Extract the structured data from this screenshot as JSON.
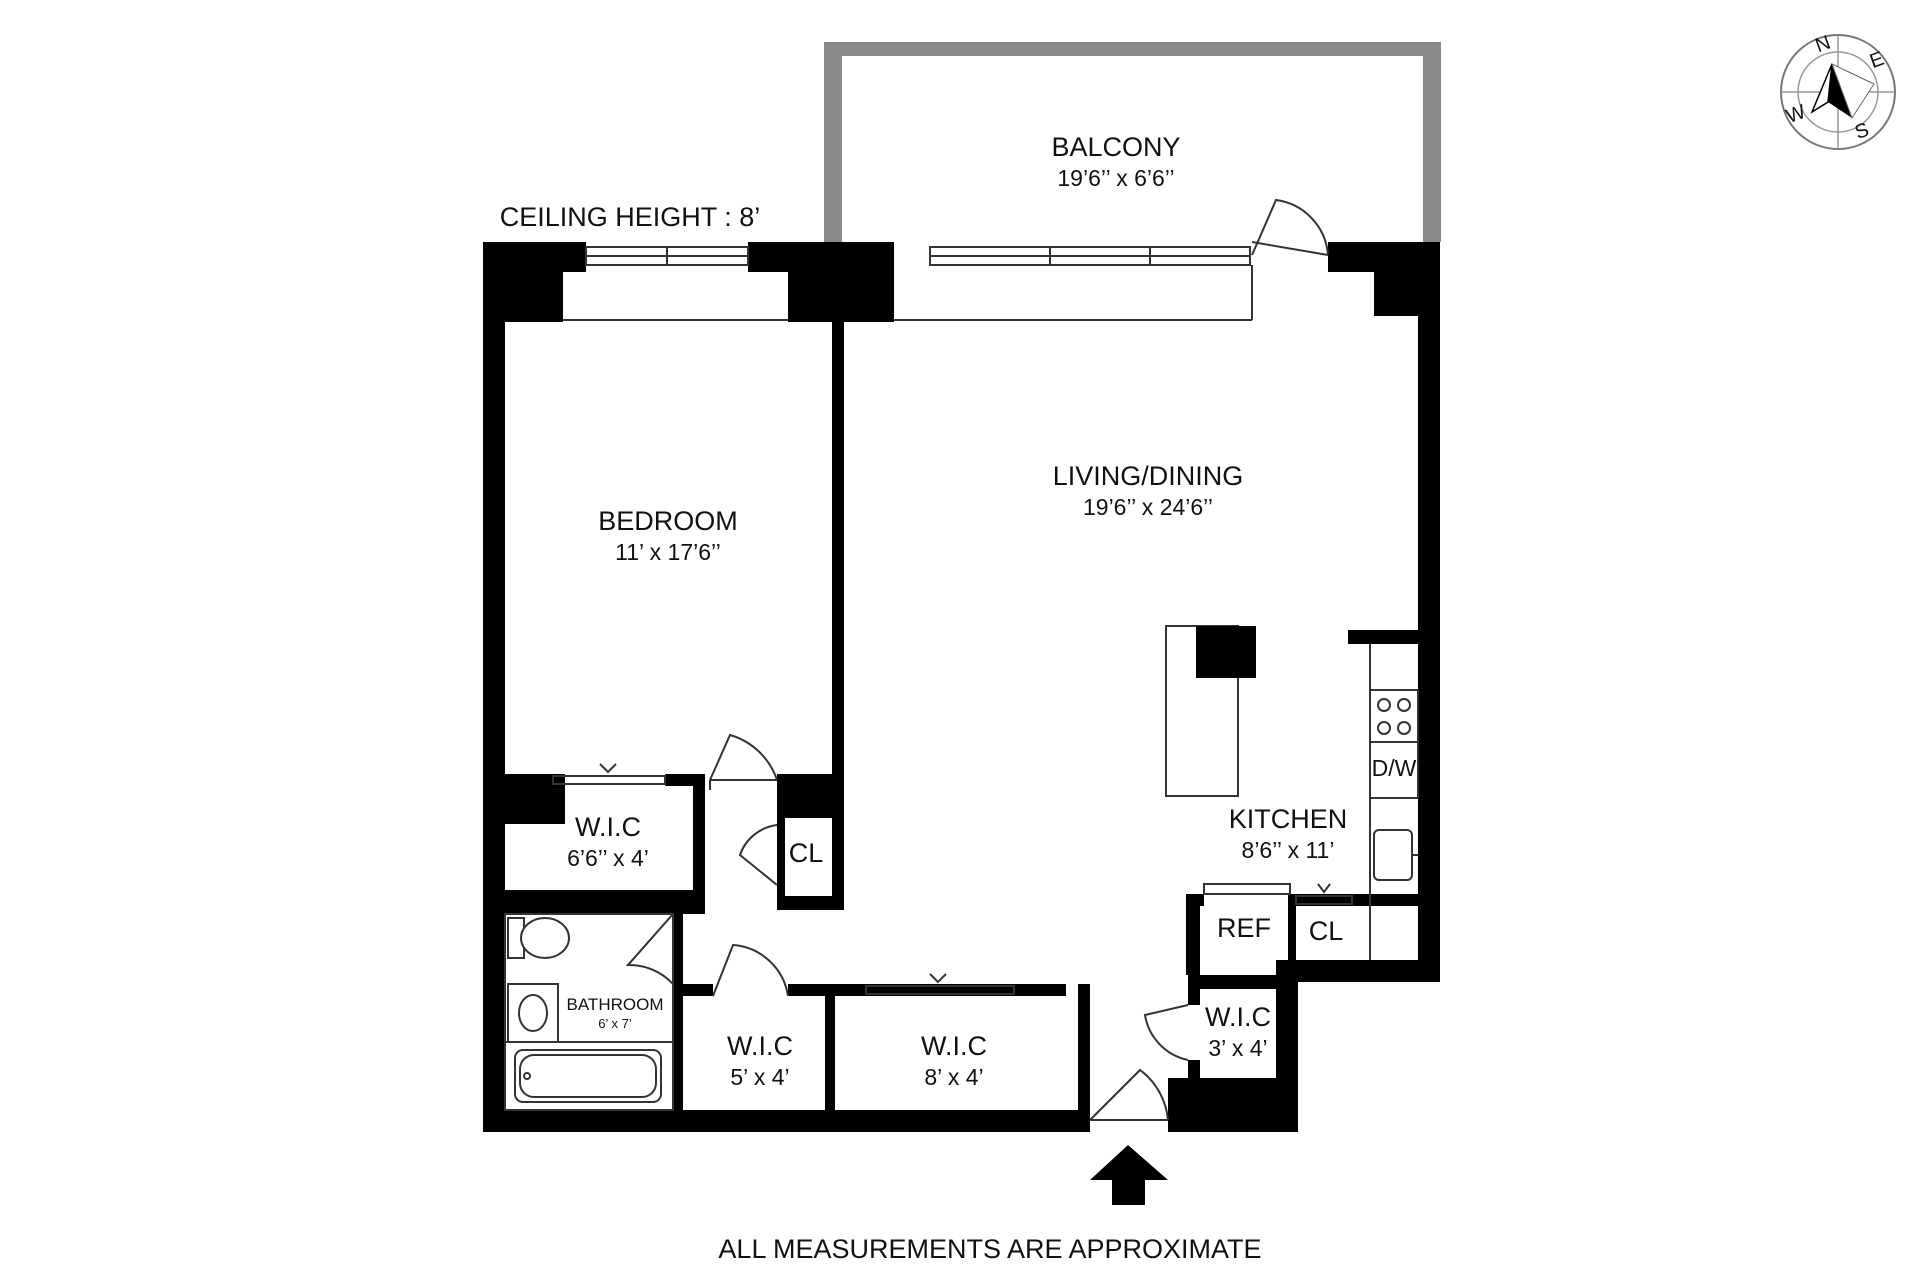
{
  "ceiling_height": "CEILING HEIGHT : 8’",
  "footer_note": "ALL MEASUREMENTS ARE APPROXIMATE",
  "compass": {
    "n": "N",
    "e": "E",
    "s": "S",
    "w": "W"
  },
  "rooms": {
    "balcony": {
      "name": "BALCONY",
      "size": "19’6’’ x 6’6’’"
    },
    "bedroom": {
      "name": "BEDROOM",
      "size": "11’ x 17’6’’"
    },
    "living": {
      "name": "LIVING/DINING",
      "size": "19’6’’ x 24’6’’"
    },
    "kitchen": {
      "name": "KITCHEN",
      "size": "8’6’’ x 11’"
    },
    "wic_bedroom": {
      "name": "W.I.C",
      "size": "6’6’’ x 4’"
    },
    "closet_hall": {
      "name": "CL"
    },
    "bathroom": {
      "name": "BATHROOM",
      "size": "6’ x 7’"
    },
    "wic_small": {
      "name": "W.I.C",
      "size": "5’ x 4’"
    },
    "wic_mid": {
      "name": "W.I.C",
      "size": "8’ x 4’"
    },
    "wic_entry": {
      "name": "W.I.C",
      "size": "3’ x 4’"
    },
    "ref": {
      "name": "REF"
    },
    "closet_kitchen": {
      "name": "CL"
    },
    "dw": {
      "name": "D/W"
    }
  },
  "colors": {
    "wall": "#000000",
    "balcony_rail": "#8a8a8a",
    "line": "#333333"
  }
}
